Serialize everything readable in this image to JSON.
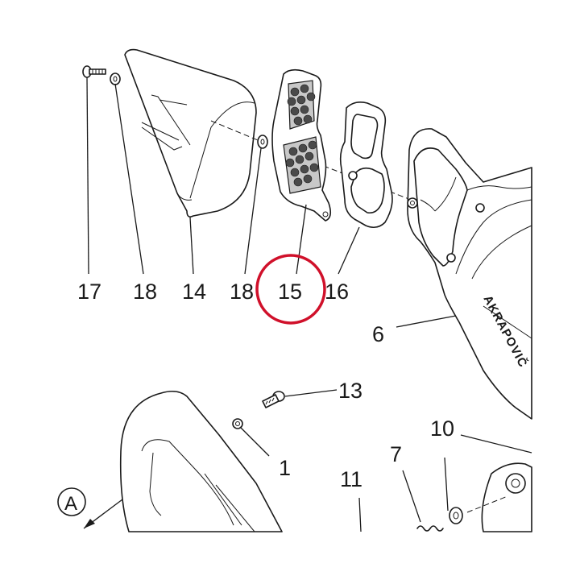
{
  "callouts": {
    "c17": "17",
    "c18a": "18",
    "c14": "14",
    "c18b": "18",
    "c15": "15",
    "c16": "16",
    "c6": "6",
    "c13": "13",
    "c1": "1",
    "c10": "10",
    "c7": "7",
    "c11": "11",
    "cA": "A"
  },
  "brand_text": "AKRAPOVIČ",
  "highlight": {
    "part": "15",
    "color": "#d0102a"
  },
  "colors": {
    "line": "#1a1a1a",
    "background": "#ffffff"
  }
}
